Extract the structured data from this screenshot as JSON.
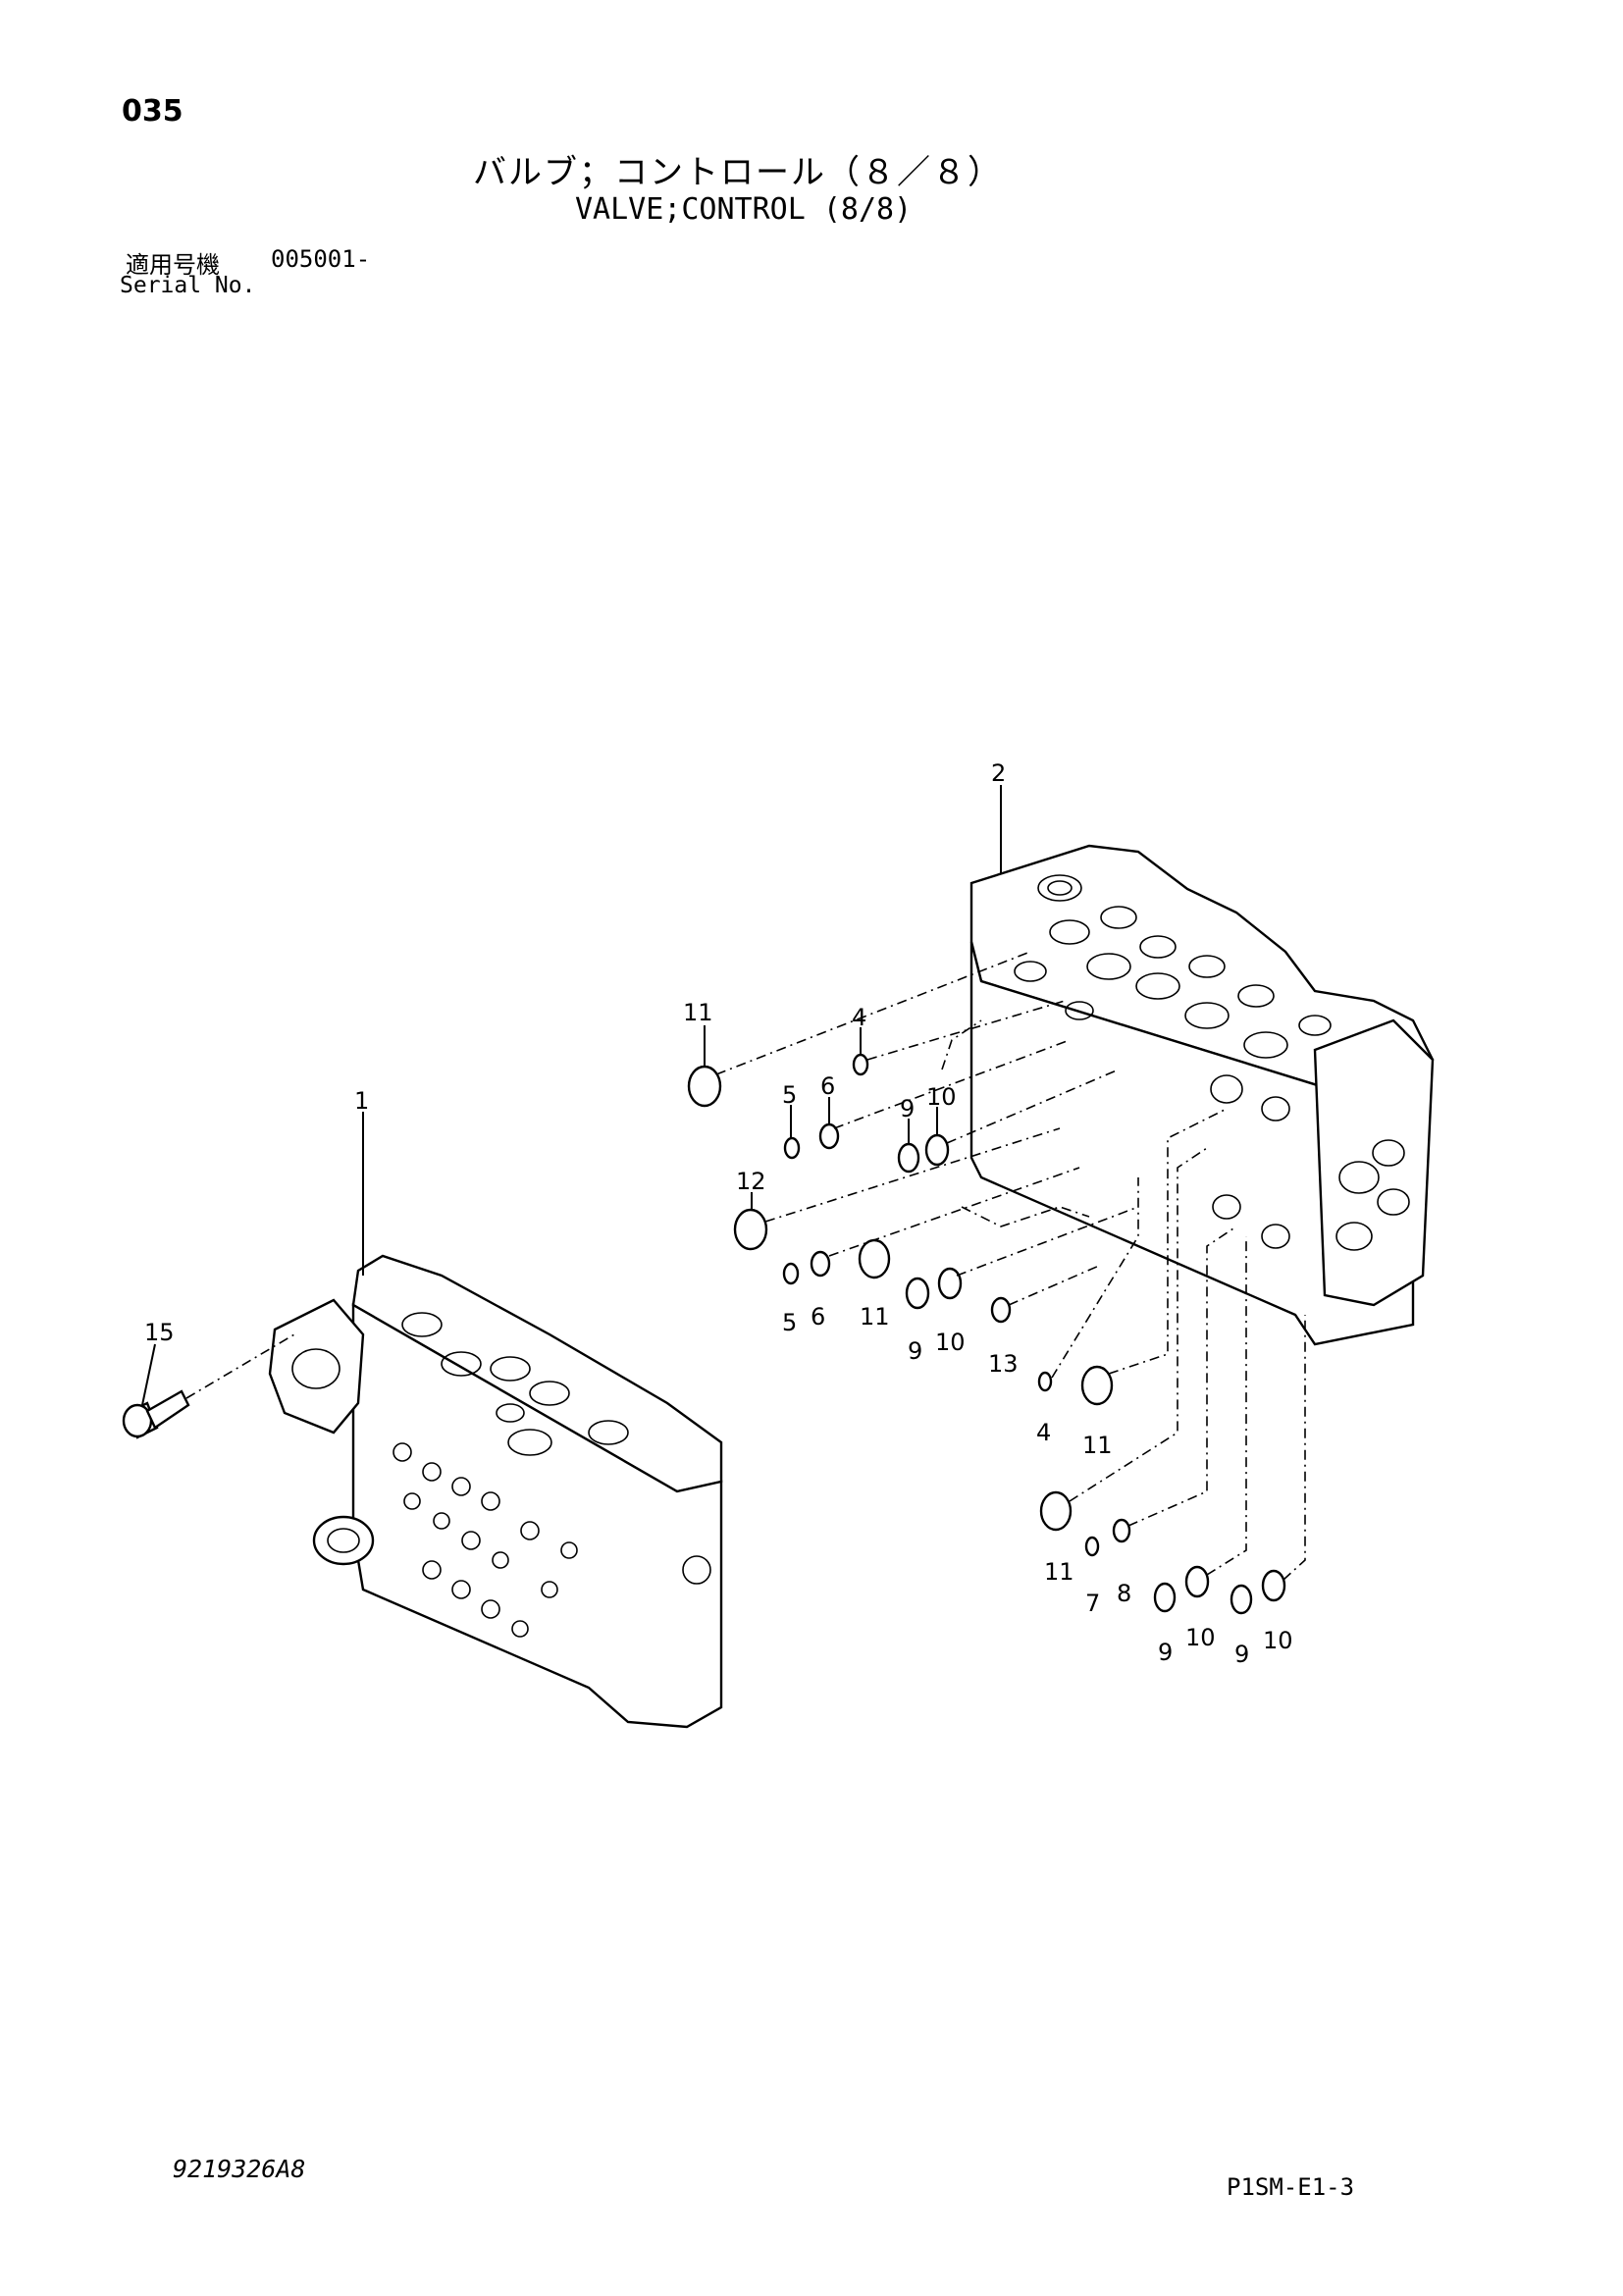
{
  "header": {
    "page_number": "035",
    "title_ja": "バルブ；コントロール（８／８）",
    "title_en": "VALVE;CONTROL (8/8)",
    "serial_label_ja": "適用号機",
    "serial_number": "005001-",
    "serial_label_en": "Serial No."
  },
  "callouts": {
    "c1": "1",
    "c2": "2",
    "c4a": "4",
    "c4b": "4",
    "c5a": "5",
    "c5b": "5",
    "c6a": "6",
    "c6b": "6",
    "c7": "7",
    "c8": "8",
    "c9a": "9",
    "c9b": "9",
    "c9c": "9",
    "c9d": "9",
    "c10a": "10",
    "c10b": "10",
    "c10c": "10",
    "c10d": "10",
    "c11a": "11",
    "c11b": "11",
    "c11c": "11",
    "c11d": "11",
    "c12": "12",
    "c13": "13",
    "c15": "15"
  },
  "footer": {
    "drawing_number": "9219326A8",
    "page_code": "P1SM-E1-3"
  }
}
